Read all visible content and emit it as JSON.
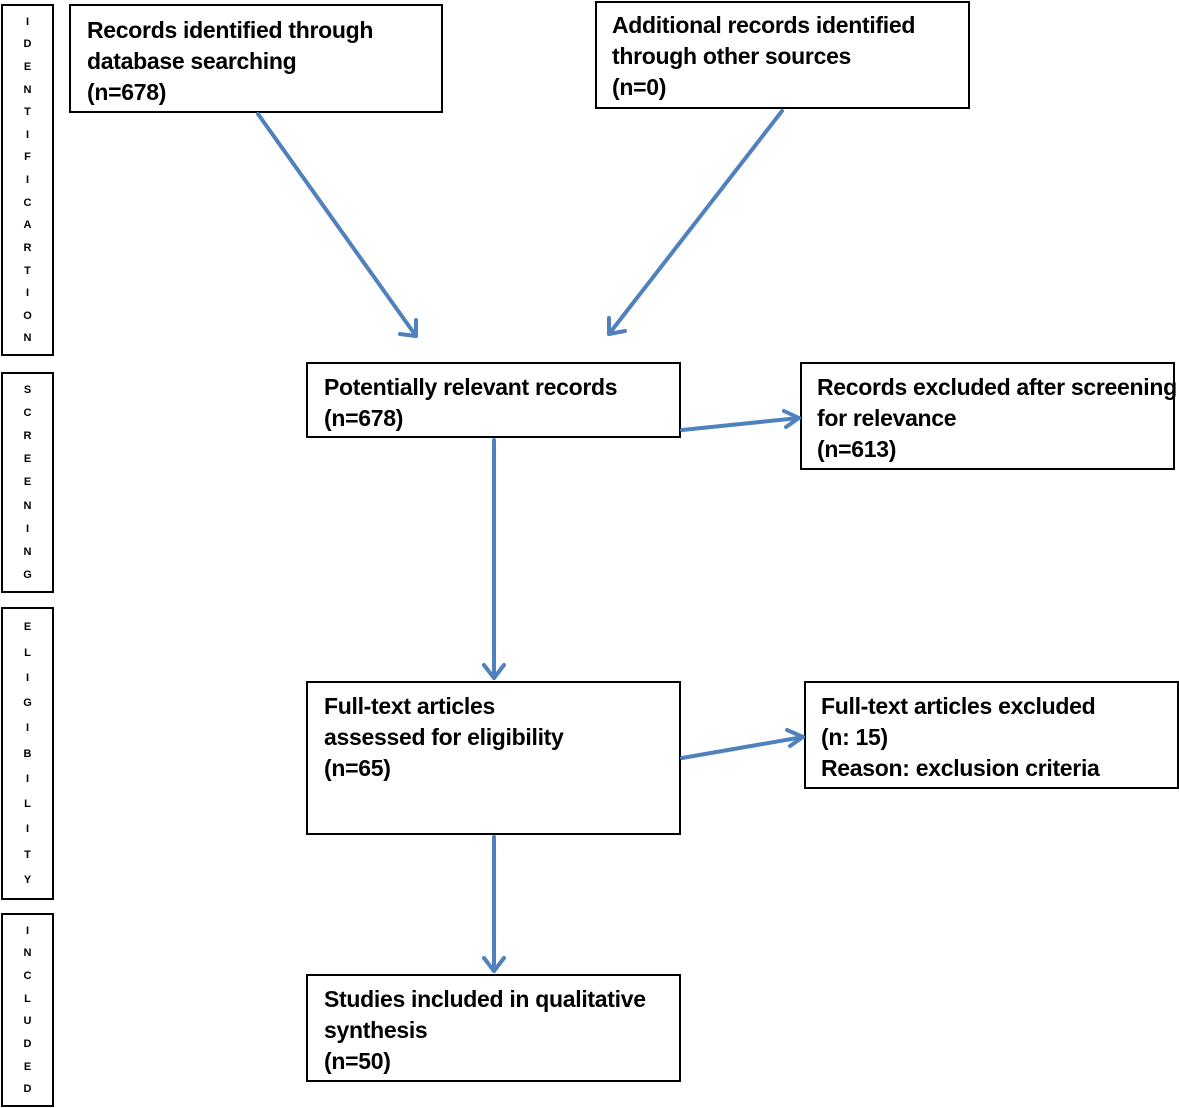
{
  "stages": [
    {
      "id": "identification",
      "label": "IDENTIFICARTION"
    },
    {
      "id": "screening",
      "label": "SCREENING"
    },
    {
      "id": "eligibility",
      "label": "ELIGIBILITY"
    },
    {
      "id": "included",
      "label": "INCLUDED"
    }
  ],
  "boxes": {
    "database": {
      "lines": [
        "Records identified through",
        "database searching",
        "(n=678)"
      ]
    },
    "other": {
      "lines": [
        "Additional records identified",
        "through other sources",
        "(n=0)"
      ]
    },
    "relevant": {
      "lines": [
        "Potentially relevant records",
        "(n=678)"
      ]
    },
    "excluded_screening": {
      "lines": [
        "Records excluded after screening",
        "for relevance",
        "(n=613)"
      ]
    },
    "fulltext": {
      "lines": [
        "Full-text articles",
        "assessed for eligibility",
        "(n=65)"
      ]
    },
    "excluded_fulltext": {
      "lines": [
        "Full-text articles excluded",
        "(n: 15)",
        "Reason: exclusion criteria"
      ]
    },
    "included": {
      "lines": [
        "Studies included in qualitative",
        "synthesis",
        "(n=50)"
      ]
    }
  },
  "colors": {
    "arrow": "#4f81bd",
    "border": "#000000",
    "background": "#ffffff"
  }
}
